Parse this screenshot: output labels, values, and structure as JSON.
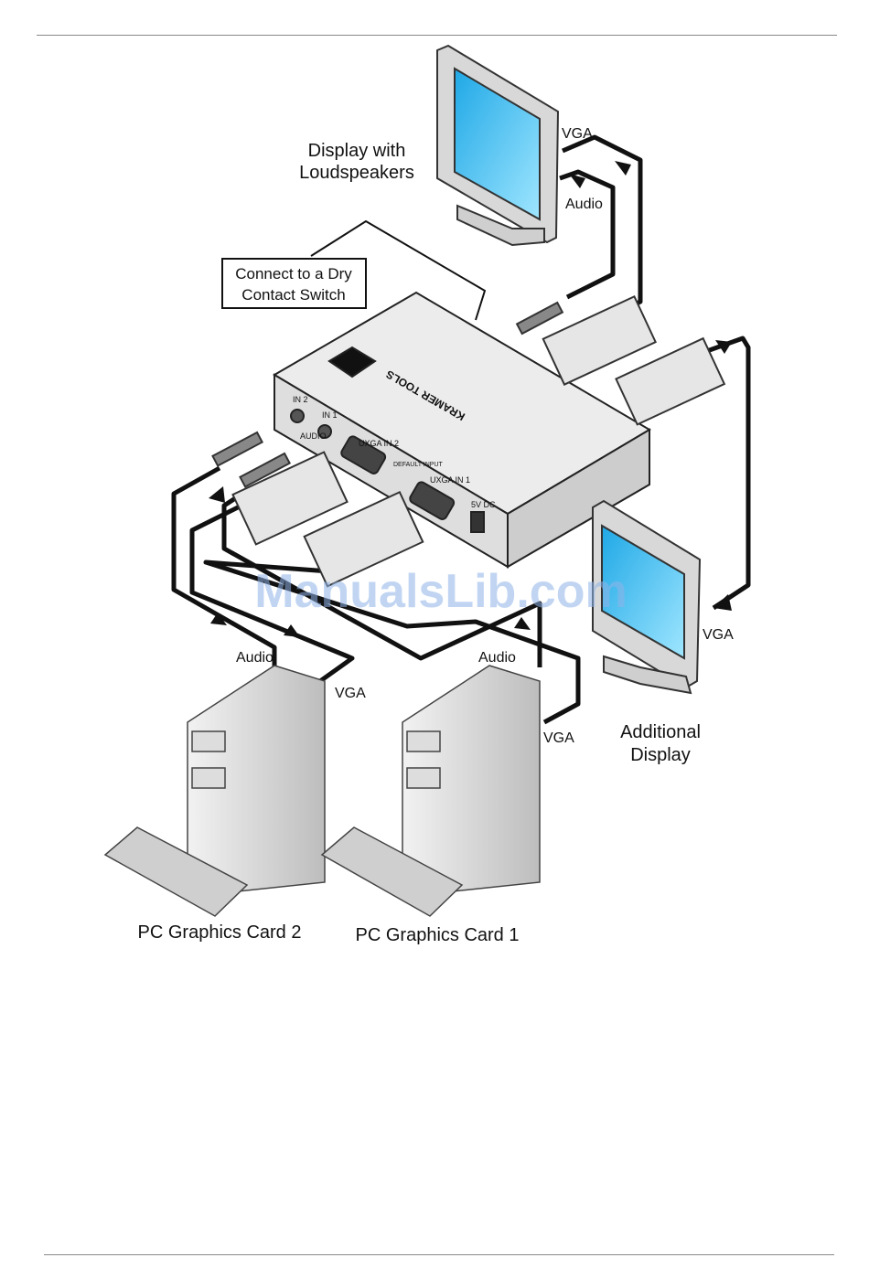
{
  "labels": {
    "display_top_line1": "Display with",
    "display_top_line2": "Loudspeakers",
    "vga_top": "VGA",
    "audio_top": "Audio",
    "dry_contact_line1": "Connect to a Dry",
    "dry_contact_line2": "Contact Switch",
    "vga_right": "VGA",
    "additional_line1": "Additional",
    "additional_line2": "Display",
    "audio_pc2": "Audio",
    "vga_pc2": "VGA",
    "audio_pc1": "Audio",
    "vga_pc1": "VGA",
    "pc2": "PC Graphics Card 2",
    "pc1": "PC Graphics Card 1"
  },
  "device": {
    "brand": "KRAMER TOOLS",
    "in2": "IN 2",
    "in1": "IN 1",
    "audio": "AUDIO",
    "uxga_in2": "UXGA IN 2",
    "default_input": "DEFAULT INPUT",
    "uxga_in1": "UXGA IN 1",
    "power": "5V DC"
  },
  "watermark": "ManualsLib.com",
  "colors": {
    "screen": "#3cc4f0",
    "cable": "#111111",
    "body": "#e2e2e2",
    "watermark": "#8fb4e8"
  }
}
